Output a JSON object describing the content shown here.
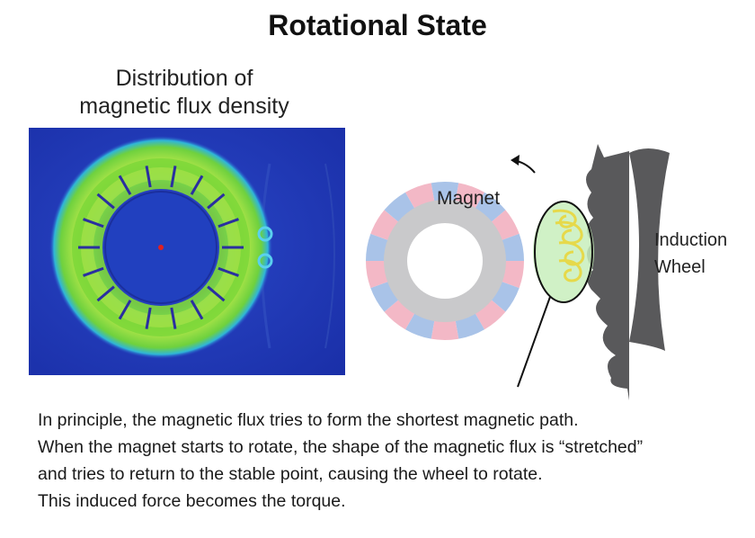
{
  "title": "Rotational State",
  "simulation": {
    "heading_line1": "Distribution of",
    "heading_line2": "magnetic flux density"
  },
  "diagram": {
    "magnet_label": "Magnet",
    "wheel_label_line1": "Induction",
    "wheel_label_line2": "Wheel"
  },
  "description": [
    "In principle, the magnetic flux tries to form the shortest magnetic path.",
    "When the magnet starts to rotate, the shape of the magnetic flux is “stretched”",
    "and tries to return to the stable point, causing the wheel to rotate.",
    "This induced force becomes the torque."
  ],
  "colors": {
    "sim_background": "#1f3ab8",
    "flux_ring": "#7fd83a",
    "magnet_pink": "#f3b8c6",
    "magnet_blue": "#a9c3e8",
    "magnet_core": "#c9c9cb",
    "wheel": "#5a5a5c",
    "flux_lines": "#e6d94a"
  }
}
